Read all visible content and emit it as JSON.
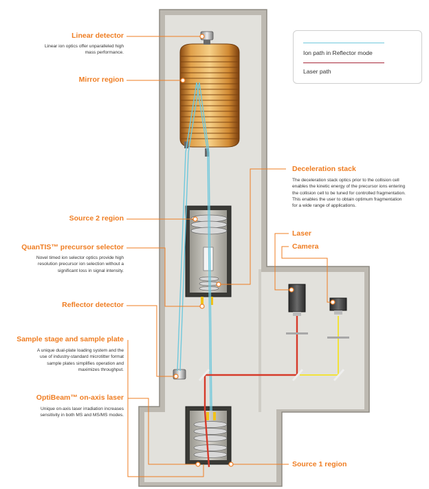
{
  "legend": {
    "ion_path": "Ion path in Reflector mode",
    "laser_path": "Laser path",
    "ion_color": "#6fc8dc",
    "laser_color": "#a8283a"
  },
  "labels": {
    "linear_detector": {
      "title": "Linear detector",
      "desc": [
        "Linear ion optics offer unparalleled high",
        "mass performance."
      ]
    },
    "mirror_region": {
      "title": "Mirror region"
    },
    "deceleration_stack": {
      "title": "Deceleration stack",
      "desc": [
        "The deceleration stack optics prior to the collision cell",
        "enables the kinetic energy of the precursor ions entering",
        "the collision cell to be tuned for controlled fragmentation.",
        "This enables the user to obtain optimum fragmentation",
        "for a wide range of applications."
      ]
    },
    "source2": {
      "title": "Source 2 region"
    },
    "quantis": {
      "title": "QuanTIS™ precursor selector",
      "desc": [
        "Novel timed ion selector optics provide high",
        "resolution precursor ion selection without a",
        "significant loss in signal intensity."
      ]
    },
    "laser": {
      "title": "Laser"
    },
    "camera": {
      "title": "Camera"
    },
    "reflector_detector": {
      "title": "Reflector detector"
    },
    "sample_stage": {
      "title": "Sample stage and sample plate",
      "desc": [
        "A unique dual-plate loading system and the",
        "use of industry-standard microtitter format",
        "sample plates simplifies operation and",
        "maximizes throughput."
      ]
    },
    "optibeam": {
      "title": "OptiBeam™ on-axis laser",
      "desc": [
        "Unique on-axis laser irradiation increases",
        "sensitivity in both MS and MS/MS modes."
      ]
    },
    "source1": {
      "title": "Source 1 region"
    }
  },
  "colors": {
    "accent": "#ef7d22",
    "housing": "#bdb9b1",
    "chamber": "#e2e1dc",
    "yellow_beam": "#f2e23a",
    "red_beam": "#d63a2a"
  }
}
